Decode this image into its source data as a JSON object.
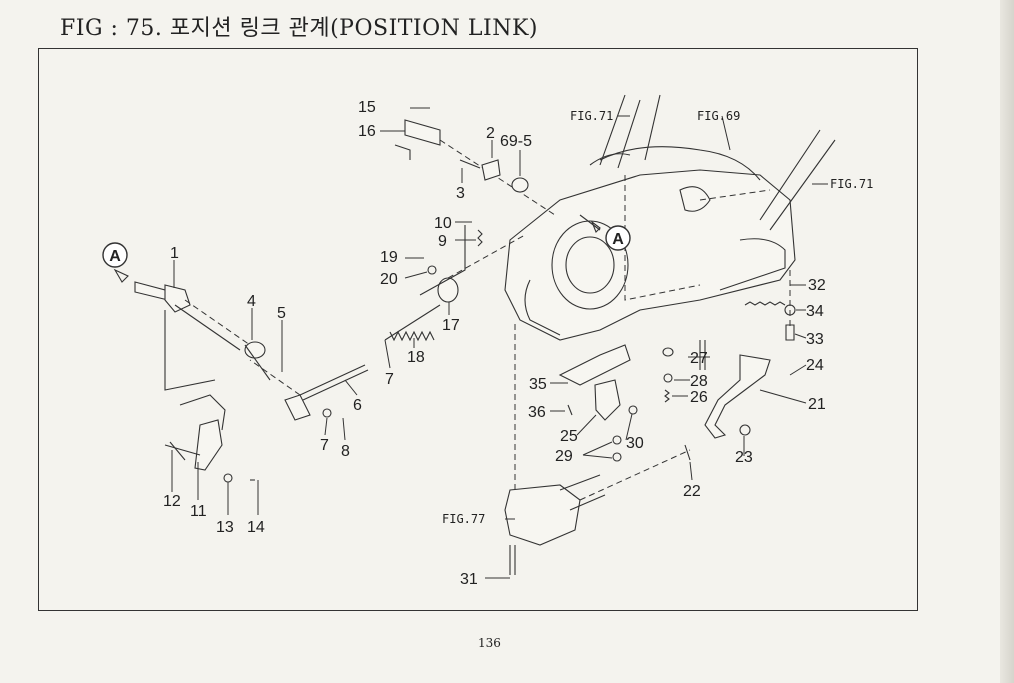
{
  "title": "FIG : 75. 포지션 링크 관계(POSITION LINK)",
  "page_number": "136",
  "view_marker": "A",
  "callouts": [
    "1",
    "2",
    "3",
    "4",
    "5",
    "6",
    "7",
    "7",
    "8",
    "9",
    "10",
    "11",
    "12",
    "13",
    "14",
    "15",
    "16",
    "17",
    "18",
    "19",
    "20",
    "21",
    "22",
    "23",
    "24",
    "25",
    "26",
    "27",
    "28",
    "29",
    "30",
    "31",
    "32",
    "33",
    "34",
    "35",
    "36",
    "69-5"
  ],
  "figure_refs": [
    "FIG.71",
    "FIG.69",
    "FIG.71",
    "FIG.77"
  ]
}
